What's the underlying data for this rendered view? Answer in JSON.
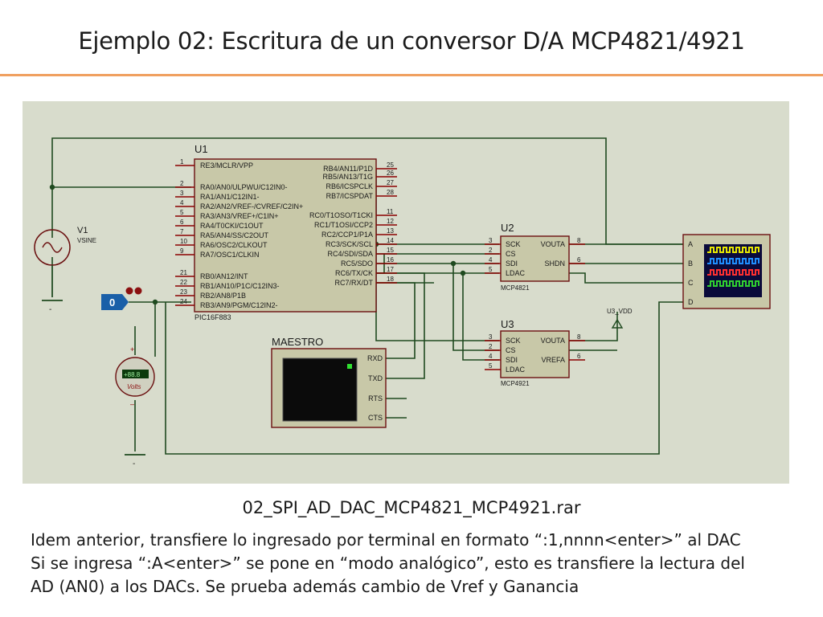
{
  "slide": {
    "title": "Ejemplo 02: Escritura de un conversor D/A MCP4821/4921",
    "filename": "02_SPI_AD_DAC_MCP4821_MCP4921.rar",
    "description": [
      "Idem anterior, transfiere lo ingresado por terminal en formato “:1,nnnn<enter>” al DAC",
      "Si se ingresa “:A<enter>” se pone en “modo analógico”, esto es transfiere la lectura del",
      "AD (AN0) a los DACs. Se prueba además cambio de Vref y Ganancia"
    ]
  },
  "schematic": {
    "mcu": {
      "ref": "U1",
      "part": "PIC16F883",
      "left_pins": [
        {
          "num": "1",
          "name": "RE3/MCLR/VPP"
        },
        {
          "num": "2",
          "name": "RA0/AN0/ULPWU/C12IN0-"
        },
        {
          "num": "3",
          "name": "RA1/AN1/C12IN1-"
        },
        {
          "num": "4",
          "name": "RA2/AN2/VREF-/CVREF/C2IN+"
        },
        {
          "num": "5",
          "name": "RA3/AN3/VREF+/C1IN+"
        },
        {
          "num": "6",
          "name": "RA4/T0CKI/C1OUT"
        },
        {
          "num": "7",
          "name": "RA5/AN4/SS/C2OUT"
        },
        {
          "num": "10",
          "name": "RA6/OSC2/CLKOUT"
        },
        {
          "num": "9",
          "name": "RA7/OSC1/CLKIN"
        },
        {
          "num": "21",
          "name": "RB0/AN12/INT"
        },
        {
          "num": "22",
          "name": "RB1/AN10/P1C/C12IN3-"
        },
        {
          "num": "23",
          "name": "RB2/AN8/P1B"
        },
        {
          "num": "24",
          "name": "RB3/AN9/PGM/C12IN2-"
        }
      ],
      "right_pins": [
        {
          "num": "25",
          "name": "RB4/AN11/P1D"
        },
        {
          "num": "26",
          "name": "RB5/AN13/T1G"
        },
        {
          "num": "27",
          "name": "RB6/ICSPCLK"
        },
        {
          "num": "28",
          "name": "RB7/ICSPDAT"
        },
        {
          "num": "11",
          "name": "RC0/T1OSO/T1CKI"
        },
        {
          "num": "12",
          "name": "RC1/T1OSI/CCP2"
        },
        {
          "num": "13",
          "name": "RC2/CCP1/P1A"
        },
        {
          "num": "14",
          "name": "RC3/SCK/SCL"
        },
        {
          "num": "15",
          "name": "RC4/SDI/SDA"
        },
        {
          "num": "16",
          "name": "RC5/SDO"
        },
        {
          "num": "17",
          "name": "RC6/TX/CK"
        },
        {
          "num": "18",
          "name": "RC7/RX/DT"
        }
      ]
    },
    "dac1": {
      "ref": "U2",
      "part": "MCP4821",
      "left_pins": [
        {
          "num": "3",
          "name": "SCK"
        },
        {
          "num": "2",
          "name": "CS"
        },
        {
          "num": "4",
          "name": "SDI"
        },
        {
          "num": "5",
          "name": "LDAC"
        }
      ],
      "right_pins": [
        {
          "num": "8",
          "name": "VOUTA"
        },
        {
          "num": "6",
          "name": "SHDN"
        }
      ]
    },
    "dac2": {
      "ref": "U3",
      "part": "MCP4921",
      "left_pins": [
        {
          "num": "3",
          "name": "SCK"
        },
        {
          "num": "2",
          "name": "CS"
        },
        {
          "num": "4",
          "name": "SDI"
        },
        {
          "num": "5",
          "name": "LDAC"
        }
      ],
      "right_pins": [
        {
          "num": "8",
          "name": "VOUTA"
        },
        {
          "num": "6",
          "name": "VREFA"
        }
      ]
    },
    "source": {
      "ref": "V1",
      "type": "VSINE"
    },
    "terminal": {
      "name": "MAESTRO",
      "pins": [
        "RXD",
        "TXD",
        "RTS",
        "CTS"
      ]
    },
    "scope": {
      "channels": [
        "A",
        "B",
        "C",
        "D"
      ],
      "trace_colors": [
        "#e8e800",
        "#1f8fff",
        "#ff3030",
        "#30d030"
      ]
    },
    "vdd_label": "U3_VDD",
    "logic_state": "0",
    "voltmeter": {
      "reading": "+88.8",
      "unit": "Volts"
    },
    "colors": {
      "wire": "#1f4a1f",
      "chip_fill": "#c8c8a8",
      "chip_border": "#6b1010",
      "pin": "#8b0000",
      "text": "#1a1a1a"
    }
  }
}
